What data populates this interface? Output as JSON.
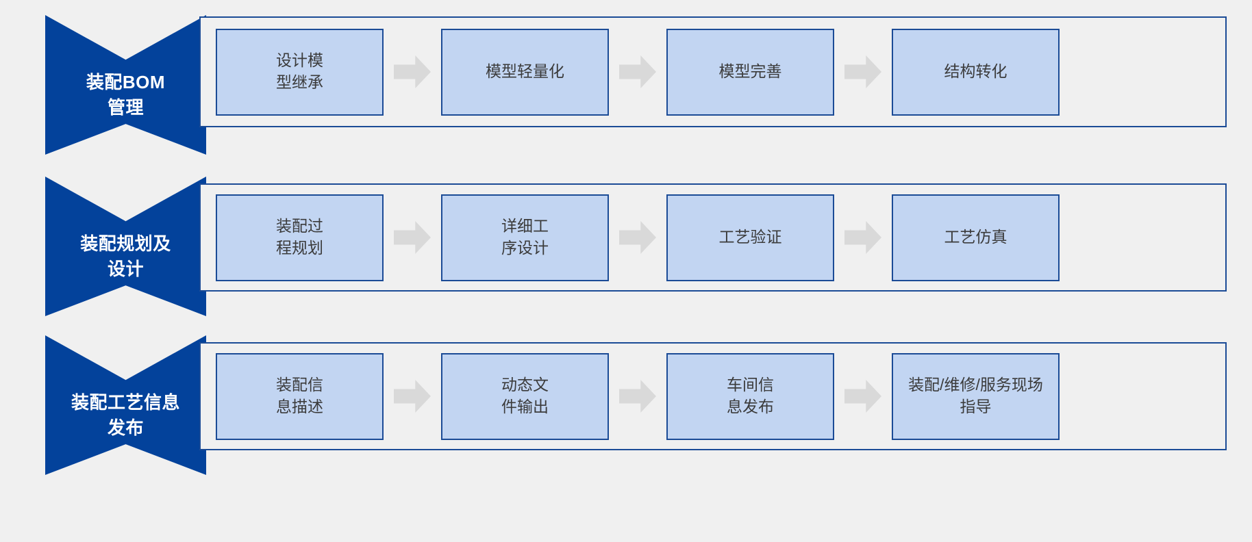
{
  "colors": {
    "background": "#f0f0f0",
    "chevron_blue": "#03429b",
    "box_fill": "#c2d5f2",
    "box_border": "#1b4b96",
    "arrow_gray": "#d9d9d9",
    "box_text": "#3b3b3b",
    "chevron_text": "#ffffff"
  },
  "rows": [
    {
      "banner": "装配BOM\n管理",
      "steps": [
        {
          "label": "设计模\n型继承"
        },
        {
          "label": "模型轻量化"
        },
        {
          "label": "模型完善"
        },
        {
          "label": "结构转化"
        }
      ]
    },
    {
      "banner": "装配规划及\n设计",
      "steps": [
        {
          "label": "装配过\n程规划"
        },
        {
          "label": "详细工\n序设计"
        },
        {
          "label": "工艺验证"
        },
        {
          "label": "工艺仿真"
        }
      ]
    },
    {
      "banner": "装配工艺信息\n发布",
      "steps": [
        {
          "label": "装配信\n息描述"
        },
        {
          "label": "动态文\n件输出"
        },
        {
          "label": "车间信\n息发布"
        },
        {
          "label": "装配/维修/服务现场\n指导"
        }
      ]
    }
  ]
}
